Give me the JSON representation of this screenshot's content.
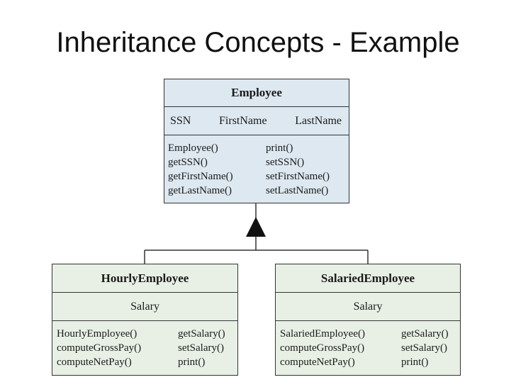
{
  "slide": {
    "title": "Inheritance Concepts - Example"
  },
  "employee": {
    "name": "Employee",
    "attributes": [
      "SSN",
      "FirstName",
      "LastName"
    ],
    "methods_col1": [
      "Employee()",
      "getSSN()",
      "getFirstName()",
      "getLastName()"
    ],
    "methods_col2": [
      "print()",
      "setSSN()",
      "setFirstName()",
      "setLastName()"
    ]
  },
  "hourly": {
    "name": "HourlyEmployee",
    "attribute": "Salary",
    "methods_col1": [
      "HourlyEmployee()",
      "computeGrossPay()",
      "computeNetPay()"
    ],
    "methods_col2": [
      "getSalary()",
      "setSalary()",
      "print()"
    ]
  },
  "salaried": {
    "name": "SalariedEmployee",
    "attribute": "Salary",
    "methods_col1": [
      "SalariedEmployee()",
      "computeGrossPay()",
      "computeNetPay()"
    ],
    "methods_col2": [
      "getSalary()",
      "setSalary()",
      "print()"
    ]
  },
  "colors": {
    "superclass_fill": "#dde8f0",
    "subclass_fill": "#e8f0e6",
    "line": "#333333"
  }
}
